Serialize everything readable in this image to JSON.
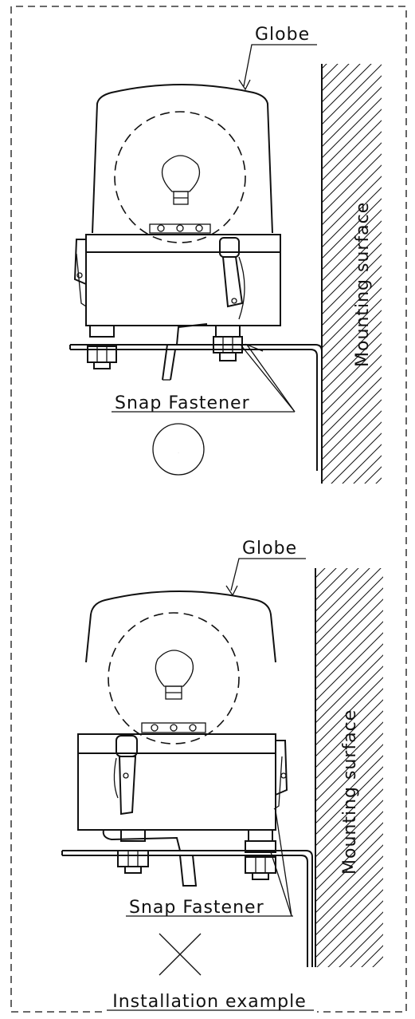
{
  "title": "Installation example",
  "correct_example": {
    "mark": "O",
    "globe_label": "Globe",
    "fastener_label": "Snap Fastener",
    "surface_label": "Mounting surface"
  },
  "incorrect_example": {
    "mark": "X",
    "globe_label": "Globe",
    "fastener_label": "Snap Fastener",
    "surface_label": "Mounting surface"
  }
}
